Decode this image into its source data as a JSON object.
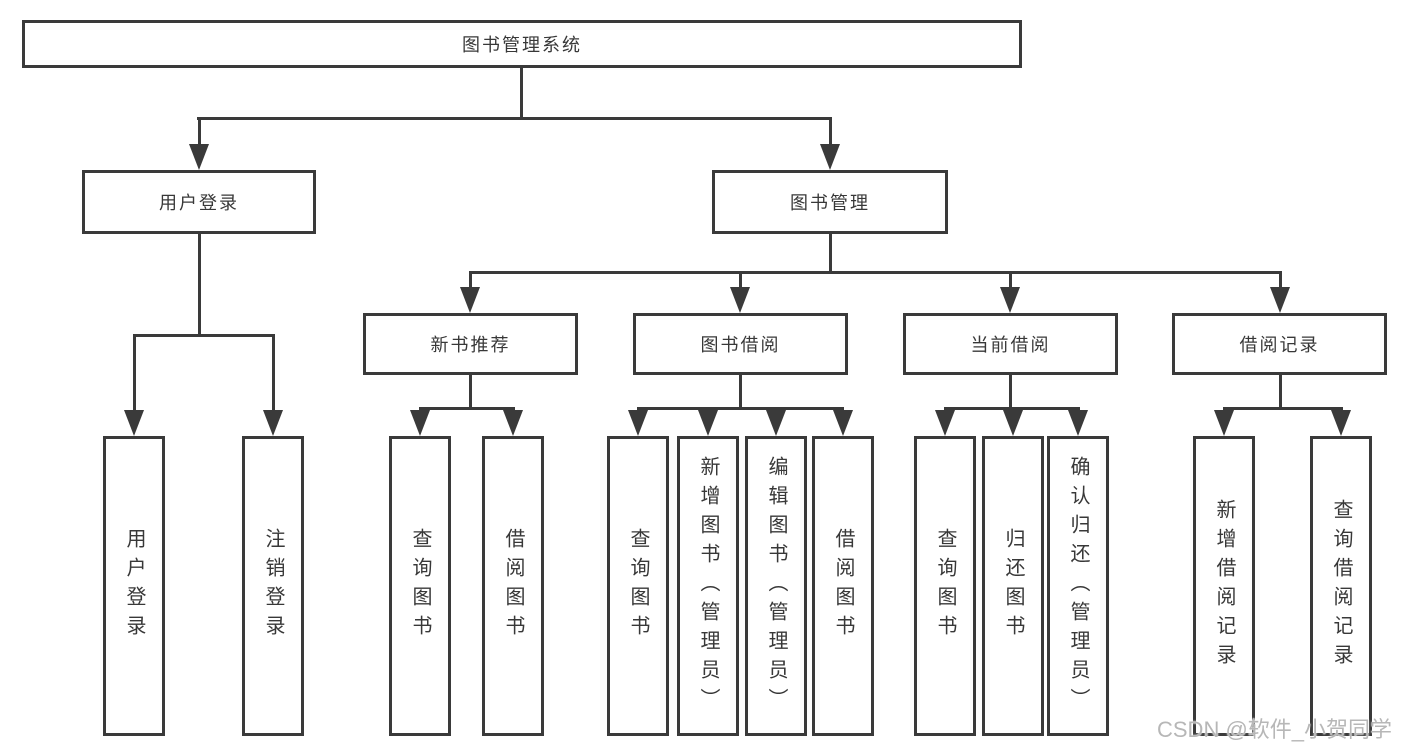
{
  "diagram": {
    "root": {
      "label": "图书管理系统"
    },
    "level2": [
      {
        "label": "用户登录"
      },
      {
        "label": "图书管理"
      }
    ],
    "level3": [
      {
        "label": "新书推荐"
      },
      {
        "label": "图书借阅"
      },
      {
        "label": "当前借阅"
      },
      {
        "label": "借阅记录"
      }
    ],
    "leaves": [
      {
        "label": "用户登录"
      },
      {
        "label": "注销登录"
      },
      {
        "label": "查询图书"
      },
      {
        "label": "借阅图书"
      },
      {
        "label": "查询图书"
      },
      {
        "label": "新增图书（管理员）"
      },
      {
        "label": "编辑图书（管理员）"
      },
      {
        "label": "借阅图书"
      },
      {
        "label": "查询图书"
      },
      {
        "label": "归还图书"
      },
      {
        "label": "确认归还（管理员）"
      },
      {
        "label": "新增借阅记录"
      },
      {
        "label": "查询借阅记录"
      }
    ]
  },
  "watermark": {
    "text": "CSDN @软件_小贺同学"
  },
  "colors": {
    "line": "#3a3a3a",
    "text": "#383838",
    "watermark": "#b7b7b7",
    "background": "#ffffff"
  }
}
